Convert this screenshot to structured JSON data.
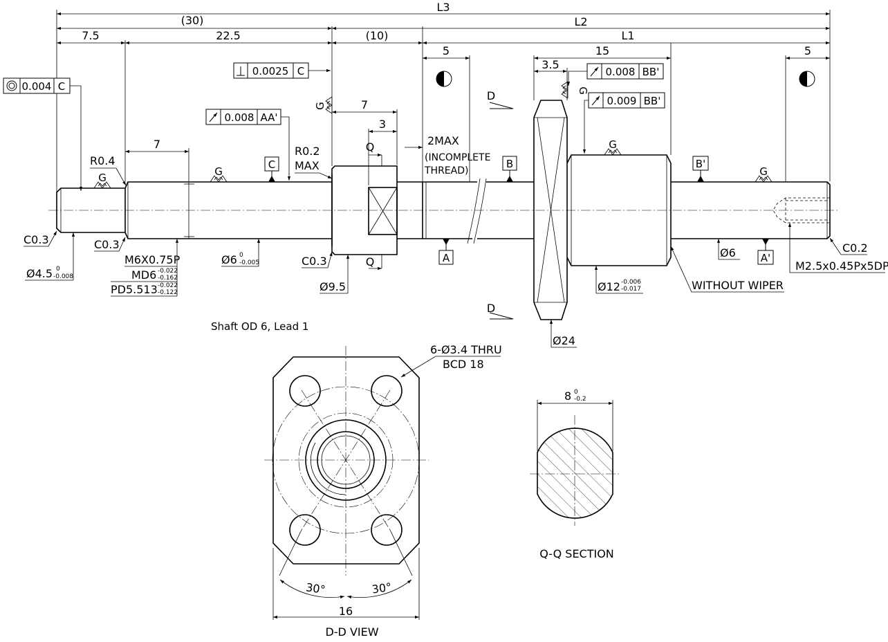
{
  "dims": {
    "l3": "L3",
    "l2": "L2",
    "l1": "L1",
    "d30": "(30)",
    "d7_5": "7.5",
    "d22_5": "22.5",
    "d10": "(10)",
    "d5a": "5",
    "d15": "15",
    "d5b": "5",
    "d3_5": "3.5",
    "d7a": "7",
    "d7b": "7",
    "d3": "3",
    "two_max": "2MAX",
    "incomplete": "(INCOMPLETE",
    "thread": "THREAD)",
    "r04": "R0.4",
    "r02": "R0.2",
    "max": "MAX",
    "c03a": "C0.3",
    "c03b": "C0.3",
    "c03c": "C0.3",
    "c02": "C0.2",
    "phi45": "Ø4.5",
    "phi45_up": "0",
    "phi45_lo": "-0.008",
    "m6": "M6X0.75P",
    "md6": "MD6",
    "md6_up": "-0.022",
    "md6_lo": "-0.162",
    "pd": "PD5.513",
    "pd_up": "-0.022",
    "pd_lo": "-0.122",
    "phi6a": "Ø6",
    "phi6a_up": "0",
    "phi6a_lo": "-0.005",
    "phi95": "Ø9.5",
    "phi12": "Ø12",
    "phi12_up": "-0.006",
    "phi12_lo": "-0.017",
    "phi24": "Ø24",
    "phi6b": "Ø6",
    "without_wiper": "WITHOUT WIPER",
    "m25": "M2.5x0.45Px5DP",
    "holes": "6-Ø3.4 THRU",
    "bcd": "BCD 18",
    "d16": "16",
    "ang30a": "30°",
    "ang30b": "30°",
    "w8": "8",
    "w8_up": "0",
    "w8_lo": "-0.2"
  },
  "tolerances": {
    "conc_val": "0.004",
    "conc_ref": "C",
    "perp_val": "0.0025",
    "perp_ref": "C",
    "runout_aa_val": "0.008",
    "runout_aa_ref": "AA'",
    "runout_bb1_val": "0.008",
    "runout_bb1_ref": "BB'",
    "runout_bb2_val": "0.009",
    "runout_bb2_ref": "BB'"
  },
  "datums": {
    "a": "A",
    "a_prime": "A'",
    "b": "B",
    "b_prime": "B'",
    "c": "C"
  },
  "section_marks": {
    "q_top": "Q",
    "q_bottom": "Q",
    "d_top": "D",
    "d_bottom": "D"
  },
  "grind": {
    "g1": "G",
    "g2": "G",
    "g3": "G",
    "g4": "G",
    "g5": "G",
    "g6": "G"
  },
  "note": "Shaft OD 6, Lead 1",
  "views": {
    "dd": "D-D VIEW",
    "qq": "Q-Q SECTION"
  }
}
